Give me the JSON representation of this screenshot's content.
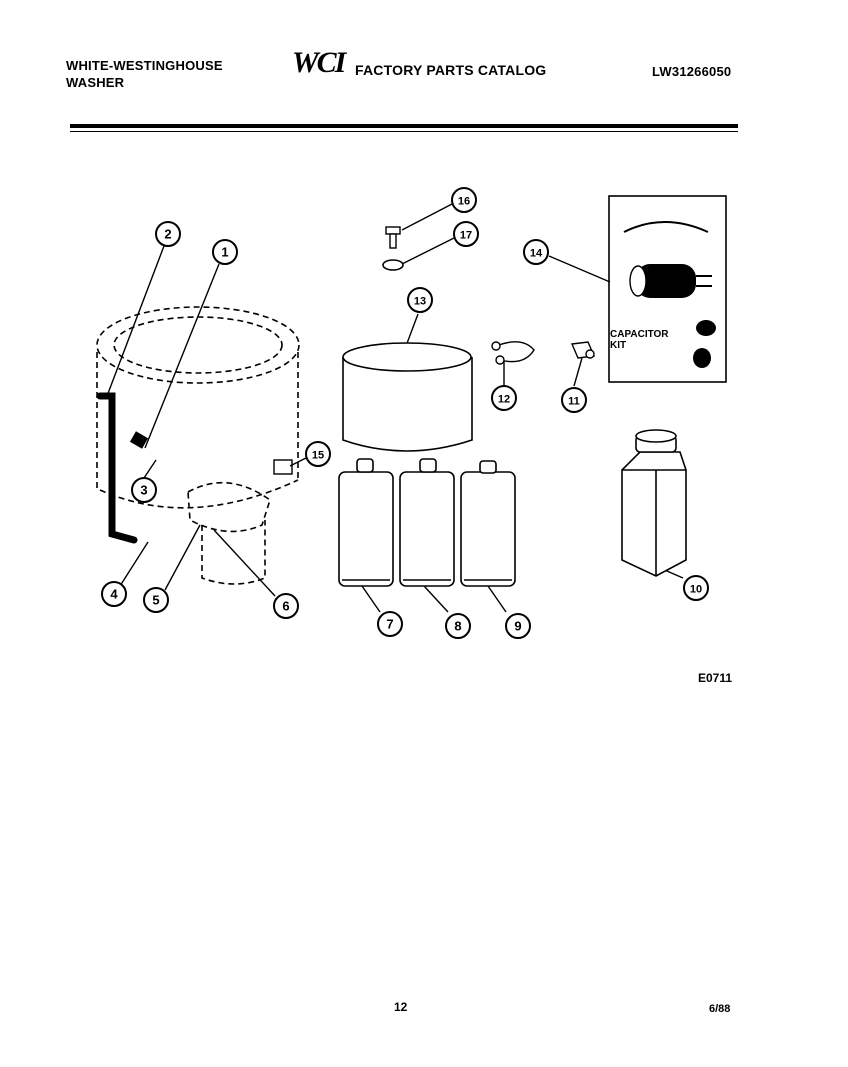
{
  "header": {
    "brand_line1": "WHITE-WESTINGHOUSE",
    "brand_line2": "WASHER",
    "logo": "WCI",
    "catalog_title": "FACTORY PARTS CATALOG",
    "model_number": "LW31266050"
  },
  "diagram": {
    "callouts": [
      "1",
      "2",
      "3",
      "4",
      "5",
      "6",
      "7",
      "8",
      "9",
      "10",
      "11",
      "12",
      "13",
      "14",
      "15",
      "16",
      "17"
    ],
    "kit_label_line1": "CAPACITOR",
    "kit_label_line2": "KIT",
    "reference_code": "E0711"
  },
  "footer": {
    "page_number": "12",
    "revision_date": "6/88"
  }
}
